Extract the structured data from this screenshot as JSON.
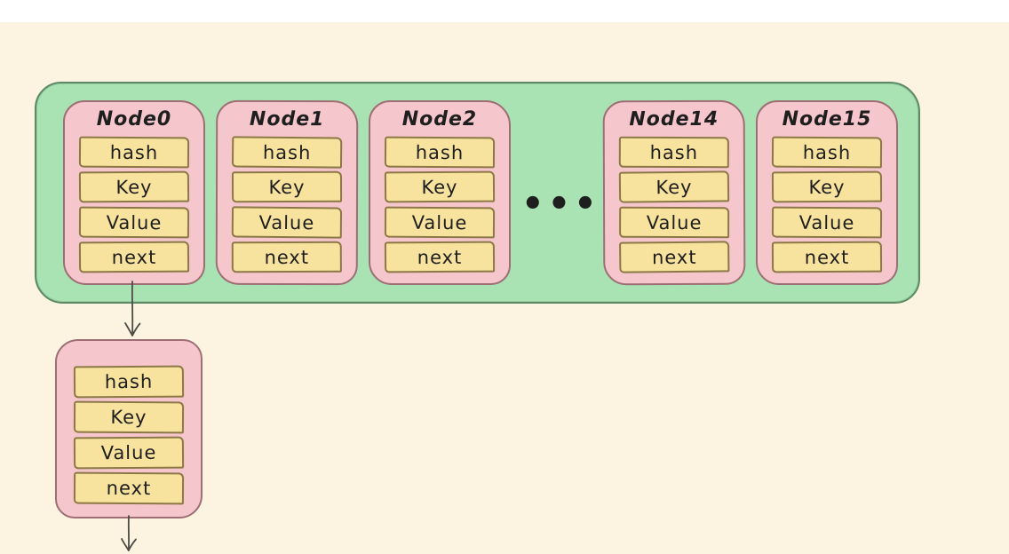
{
  "diagram": {
    "colors": {
      "canvas_background": "#fcf4e1",
      "bucket_fill": "#a9e3b3",
      "bucket_stroke": "#5d8a64",
      "node_fill": "#f6c6cd",
      "node_stroke": "#9d6f74",
      "field_fill": "#f7e29e",
      "field_stroke": "#8c7845",
      "text": "#1e1e1e",
      "arrow": "#4c4c45"
    },
    "bucket_array": {
      "ellipsis": "•••",
      "nodes": [
        {
          "title": "Node0",
          "fields": [
            "hash",
            "Key",
            "Value",
            "next"
          ]
        },
        {
          "title": "Node1",
          "fields": [
            "hash",
            "Key",
            "Value",
            "next"
          ]
        },
        {
          "title": "Node2",
          "fields": [
            "hash",
            "Key",
            "Value",
            "next"
          ]
        },
        {
          "title": "Node14",
          "fields": [
            "hash",
            "Key",
            "Value",
            "next"
          ]
        },
        {
          "title": "Node15",
          "fields": [
            "hash",
            "Key",
            "Value",
            "next"
          ]
        }
      ]
    },
    "chain_node": {
      "fields": [
        "hash",
        "Key",
        "Value",
        "next"
      ]
    }
  }
}
